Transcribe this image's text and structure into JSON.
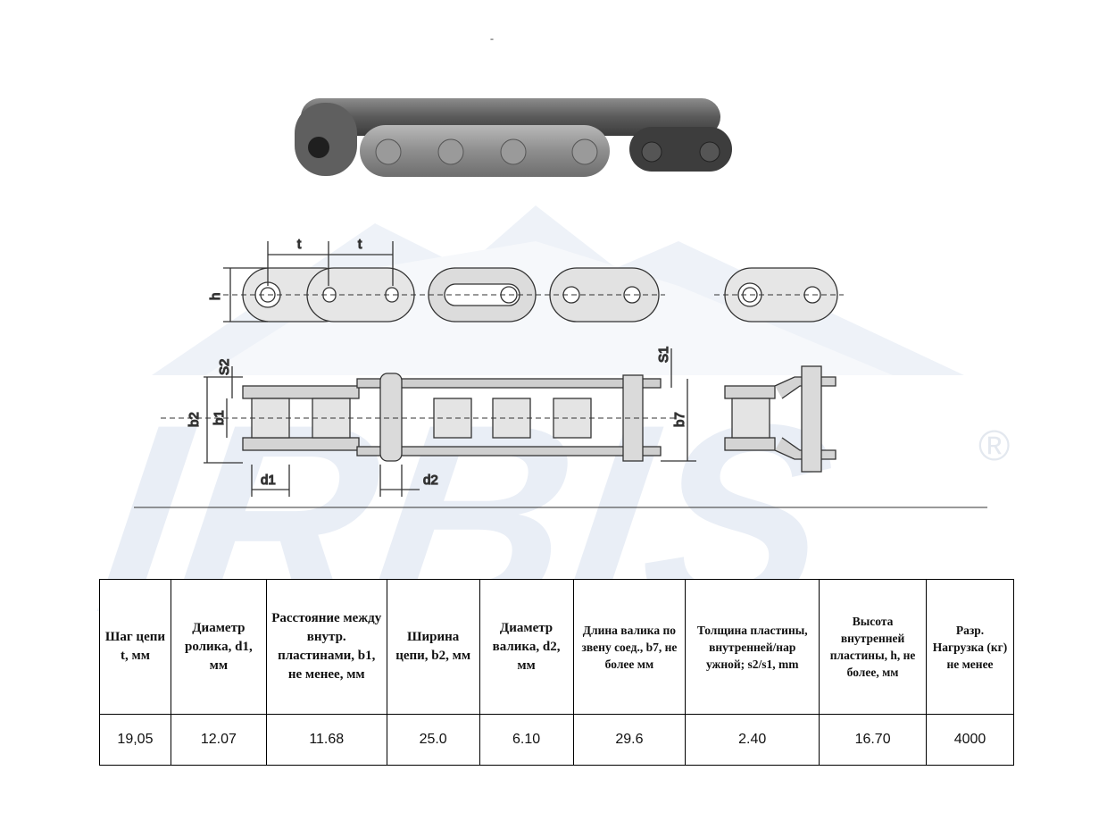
{
  "watermark": {
    "brand": "IRBIS",
    "registered_mark": "®"
  },
  "top_mark": "-",
  "labels": {
    "t1": "t",
    "t2": "t",
    "h": "h",
    "s2": "S2",
    "s1": "S1",
    "b2": "b2",
    "b1": "b1",
    "b7": "b7",
    "d1": "d1",
    "d2": "d2"
  },
  "table": {
    "headers": [
      "Шаг цепи t, мм",
      "Диаметр ролика, d1, мм",
      "Расстояние между внутр. пластинами, b1, не менее, мм",
      "Ширина цепи, b2, мм",
      "Диаметр валика, d2, мм",
      "Длина валика по звену соед., b7, не более мм",
      "Толщина пластины, внутренней/нар ужной; s2/s1, mm",
      "Высота внутренней пластины, h, не более, мм",
      "Разр. Нагрузка (кг) не менее"
    ],
    "row": [
      "19,05",
      "12.07",
      "11.68",
      "25.0",
      "6.10",
      "29.6",
      "2.40",
      "16.70",
      "4000"
    ]
  }
}
